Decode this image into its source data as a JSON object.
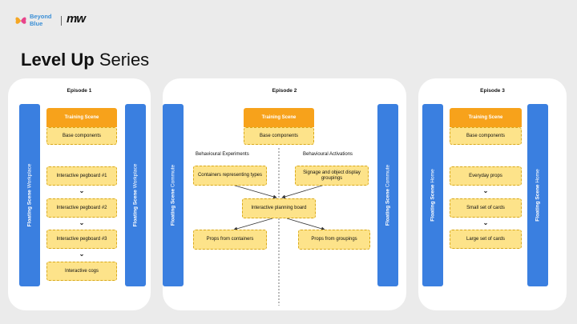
{
  "header": {
    "brand_line1": "Beyond",
    "brand_line2": "Blue",
    "mw_logo": "mw"
  },
  "title_bold": "Level Up",
  "title_rest": " Series",
  "episode1": {
    "title": "Episode 1",
    "left_bar_bold": "Floating Scene",
    "left_bar_rest": " Workplace",
    "right_bar_bold": "Floating Scene",
    "right_bar_rest": " Workplace",
    "header": "Training  Scene",
    "base": "Base components",
    "steps": [
      "Interactive pegboard #1",
      "Interactive pegboard #2",
      "Interactive pegboard #3",
      "Interactive cogs"
    ]
  },
  "episode2": {
    "title": "Episode 2",
    "left_bar_bold": "Floating Scene",
    "left_bar_rest": " Commute",
    "right_bar_bold": "Floating Scene",
    "right_bar_rest": " Commute",
    "header": "Training  Scene",
    "base": "Base components",
    "left_label": "Behavioural Experiments",
    "right_label": "Behavioural Activations",
    "containers": "Containers representing types",
    "signage": "Signage and object display groupings",
    "planning": "Interactive planning board",
    "props_containers": "Props from containers",
    "props_groupings": "Props from groupings"
  },
  "episode3": {
    "title": "Episode 3",
    "left_bar_bold": "Floating Scene",
    "left_bar_rest": " Home",
    "right_bar_bold": "Floating Scene",
    "right_bar_rest": " Home",
    "header": "Training  Scene",
    "base": "Base components",
    "steps": [
      "Everyday props",
      "Small set of cards",
      "Large set of cards"
    ]
  },
  "colors": {
    "blue_bar": "#3a7fe0",
    "orange_header": "#f7a21b",
    "yellow_box": "#fde38a"
  }
}
